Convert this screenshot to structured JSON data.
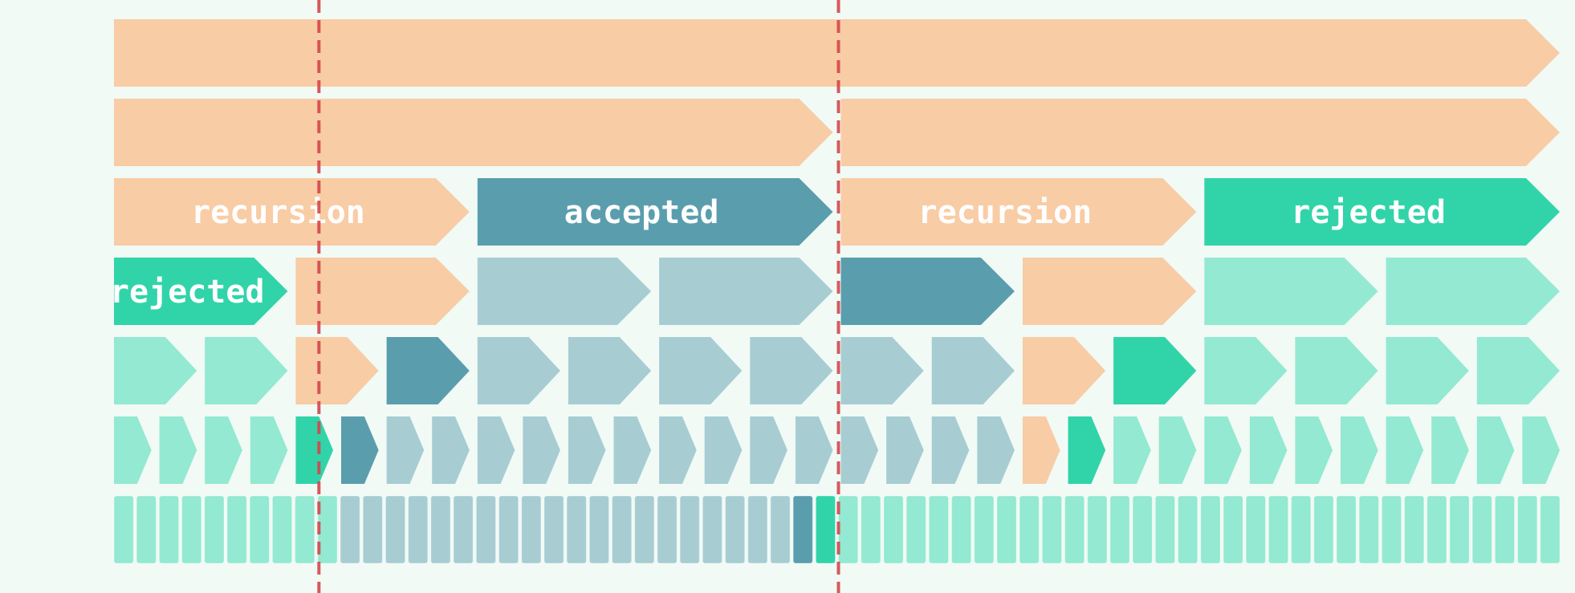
{
  "colors": {
    "background": "#f1faf5",
    "recursion": "#f8cca5",
    "accepted": "#5a9eae",
    "accepted_light": "#a7cdd3",
    "rejected": "#31d4a9",
    "rejected_light": "#93e9d1",
    "marker": "#d3474d"
  },
  "rows": [
    {
      "arrows": [
        {
          "state": "recursion"
        }
      ]
    },
    {
      "arrows": [
        {
          "state": "recursion"
        },
        {
          "state": "recursion"
        }
      ]
    },
    {
      "arrows": [
        {
          "state": "recursion",
          "label": "recursion"
        },
        {
          "state": "accepted",
          "label": "accepted"
        },
        {
          "state": "recursion",
          "label": "recursion"
        },
        {
          "state": "rejected",
          "label": "rejected"
        }
      ]
    },
    {
      "arrows": [
        {
          "state": "rejected",
          "label": "rejected"
        },
        {
          "state": "recursion"
        },
        {
          "state": "accepted_light"
        },
        {
          "state": "accepted_light"
        },
        {
          "state": "accepted"
        },
        {
          "state": "recursion"
        },
        {
          "state": "rejected_light"
        },
        {
          "state": "rejected_light"
        }
      ]
    },
    {
      "arrows": [
        {
          "state": "rejected_light"
        },
        {
          "state": "rejected_light"
        },
        {
          "state": "recursion"
        },
        {
          "state": "accepted"
        },
        {
          "state": "accepted_light"
        },
        {
          "state": "accepted_light"
        },
        {
          "state": "accepted_light"
        },
        {
          "state": "accepted_light"
        },
        {
          "state": "accepted_light"
        },
        {
          "state": "accepted_light"
        },
        {
          "state": "recursion"
        },
        {
          "state": "rejected"
        },
        {
          "state": "rejected_light"
        },
        {
          "state": "rejected_light"
        },
        {
          "state": "rejected_light"
        },
        {
          "state": "rejected_light"
        }
      ]
    },
    {
      "arrows": [
        {
          "state": "rejected_light"
        },
        {
          "state": "rejected_light"
        },
        {
          "state": "rejected_light"
        },
        {
          "state": "rejected_light"
        },
        {
          "state": "rejected"
        },
        {
          "state": "accepted"
        },
        {
          "state": "accepted_light"
        },
        {
          "state": "accepted_light"
        },
        {
          "state": "accepted_light"
        },
        {
          "state": "accepted_light"
        },
        {
          "state": "accepted_light"
        },
        {
          "state": "accepted_light"
        },
        {
          "state": "accepted_light"
        },
        {
          "state": "accepted_light"
        },
        {
          "state": "accepted_light"
        },
        {
          "state": "accepted_light"
        },
        {
          "state": "accepted_light"
        },
        {
          "state": "accepted_light"
        },
        {
          "state": "accepted_light"
        },
        {
          "state": "accepted_light"
        },
        {
          "state": "recursion"
        },
        {
          "state": "rejected"
        },
        {
          "state": "rejected_light"
        },
        {
          "state": "rejected_light"
        },
        {
          "state": "rejected_light"
        },
        {
          "state": "rejected_light"
        },
        {
          "state": "rejected_light"
        },
        {
          "state": "rejected_light"
        },
        {
          "state": "rejected_light"
        },
        {
          "state": "rejected_light"
        },
        {
          "state": "rejected_light"
        },
        {
          "state": "rejected_light"
        }
      ]
    }
  ],
  "cells": {
    "count": 64,
    "runs": [
      {
        "state": "rejected_light",
        "count": 10
      },
      {
        "state": "accepted_light",
        "count": 20
      },
      {
        "state": "accepted",
        "count": 1
      },
      {
        "state": "rejected",
        "count": 1
      },
      {
        "state": "rejected_light",
        "count": 32
      }
    ]
  },
  "markers": [
    {
      "at_fraction": 0.140625
    },
    {
      "at_fraction": 0.5
    }
  ]
}
